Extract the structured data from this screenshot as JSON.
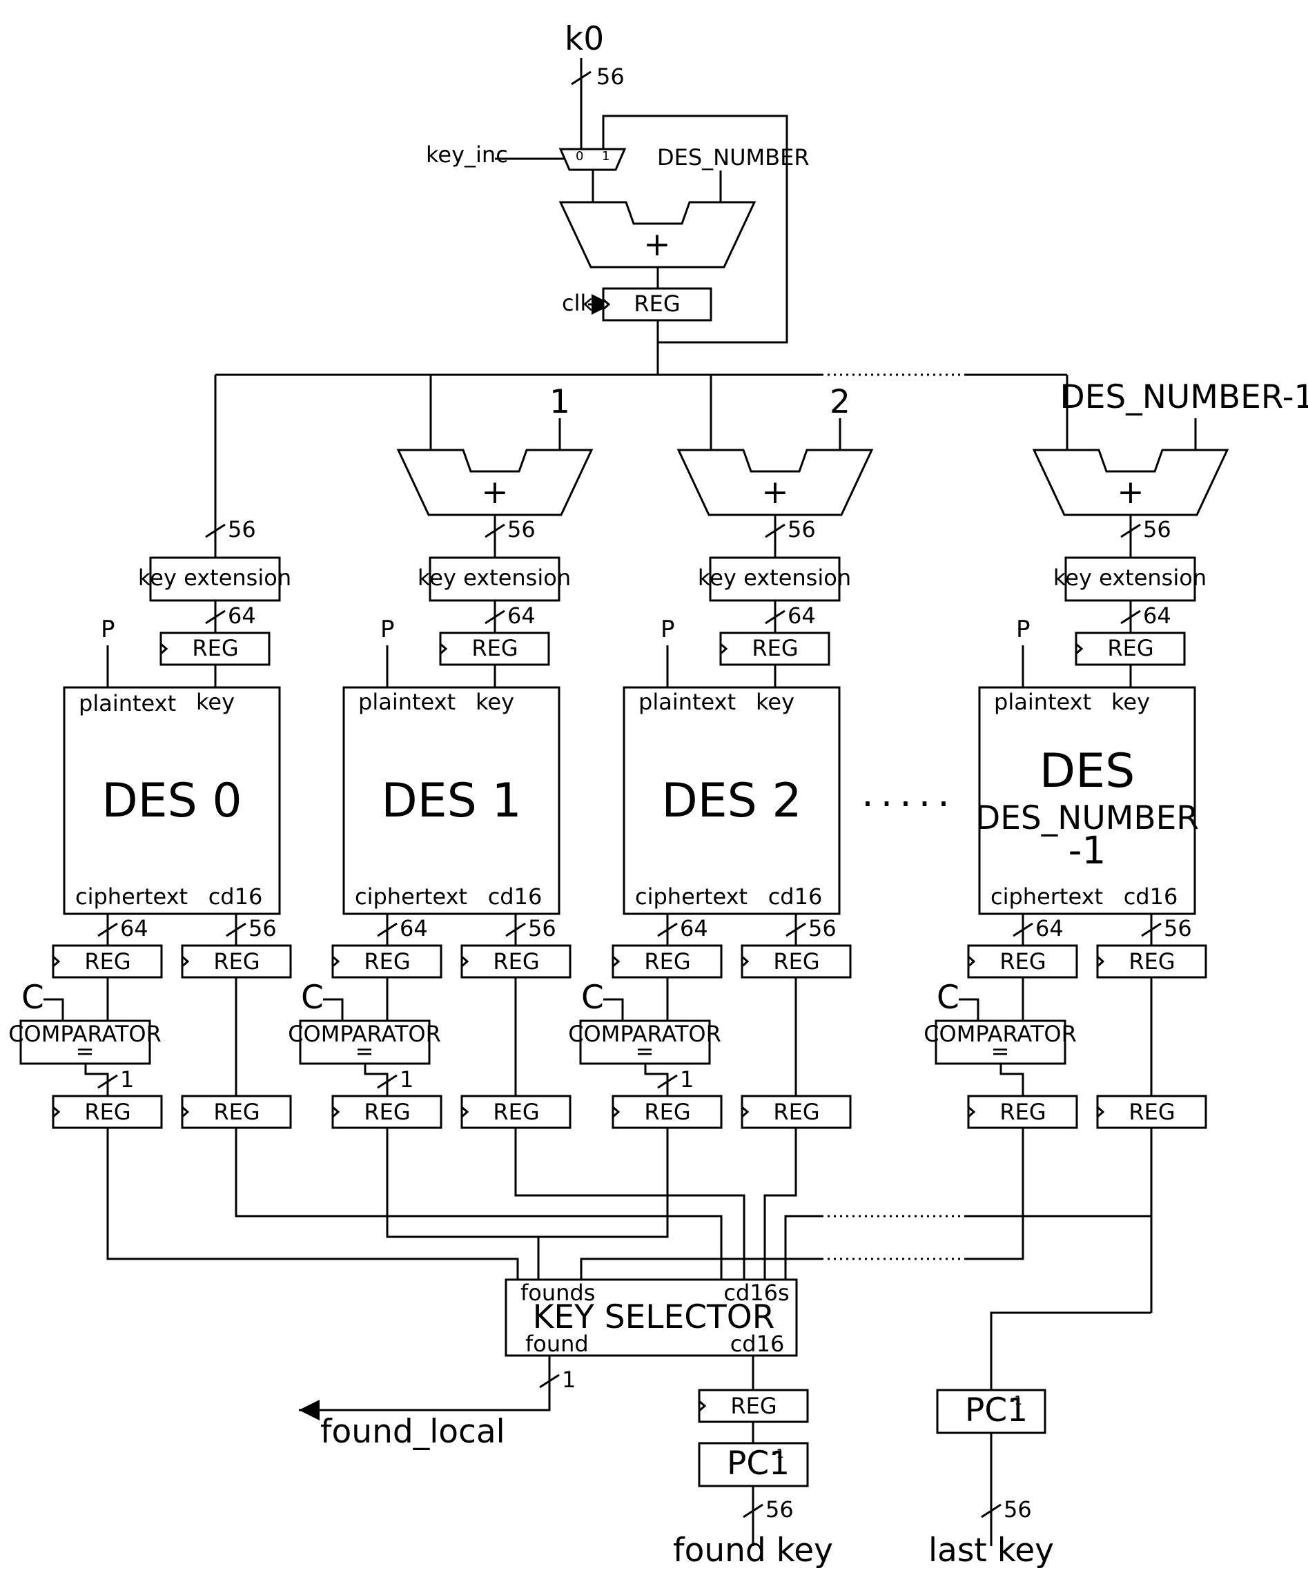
{
  "top": {
    "k0": "k0",
    "w56": "56",
    "key_inc": "key_inc",
    "mux0": "0",
    "mux1": "1",
    "des_number": "DES_NUMBER",
    "plus": "+",
    "clk": "clk",
    "reg": "REG"
  },
  "offsets": [
    "1",
    "2",
    "DES_NUMBER-1"
  ],
  "columns": [
    {
      "title": "DES 0"
    },
    {
      "title": "DES 1"
    },
    {
      "title": "DES 2"
    },
    {
      "title": "DES",
      "title2": "DES_NUMBER",
      "title3": "-1"
    }
  ],
  "col_labels": {
    "key_extension": "key extension",
    "reg": "REG",
    "p": "P",
    "plaintext": "plaintext",
    "key": "key",
    "ciphertext": "ciphertext",
    "cd16": "cd16",
    "c": "C",
    "comparator": "COMPARATOR",
    "eq": "=",
    "w56": "56",
    "w64": "64",
    "w1": "1",
    "plus": "+"
  },
  "ellipsis": ".....",
  "selector": {
    "title": "KEY SELECTOR",
    "founds": "founds",
    "cd16s": "cd16s",
    "found": "found",
    "cd16": "cd16"
  },
  "outputs": {
    "found_local": "found_local",
    "found_w": "1",
    "reg": "REG",
    "pc1": "PC1",
    "inv": "-1",
    "found_key": "found key",
    "last_key": "last key",
    "w56": "56"
  }
}
